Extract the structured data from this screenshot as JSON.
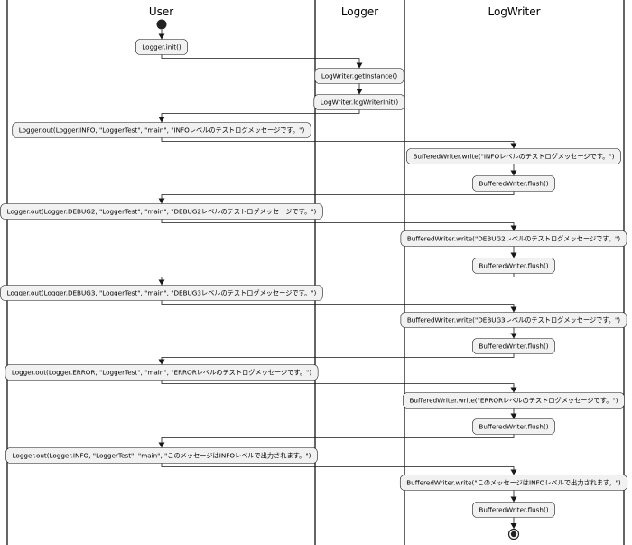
{
  "lanes": [
    "User",
    "Logger",
    "LogWriter"
  ],
  "activities": [
    {
      "lane": 0,
      "text": "Logger.init()"
    },
    {
      "lane": 1,
      "text": "LogWriter.getInstance()"
    },
    {
      "lane": 1,
      "text": "LogWriter.logWriterInit()"
    },
    {
      "lane": 0,
      "text": "Logger.out(Logger.INFO, \"LoggerTest\", \"main\", \"INFOレベルのテストログメッセージです。\")"
    },
    {
      "lane": 2,
      "text": "BufferedWriter.write(\"INFOレベルのテストログメッセージです。\")"
    },
    {
      "lane": 2,
      "text": "BufferedWriter.flush()"
    },
    {
      "lane": 0,
      "text": "Logger.out(Logger.DEBUG2, \"LoggerTest\", \"main\", \"DEBUG2レベルのテストログメッセージです。\")"
    },
    {
      "lane": 2,
      "text": "BufferedWriter.write(\"DEBUG2レベルのテストログメッセージです。\")"
    },
    {
      "lane": 2,
      "text": "BufferedWriter.flush()"
    },
    {
      "lane": 0,
      "text": "Logger.out(Logger.DEBUG3, \"LoggerTest\", \"main\", \"DEBUG3レベルのテストログメッセージです。\")"
    },
    {
      "lane": 2,
      "text": "BufferedWriter.write(\"DEBUG3レベルのテストログメッセージです。\")"
    },
    {
      "lane": 2,
      "text": "BufferedWriter.flush()"
    },
    {
      "lane": 0,
      "text": "Logger.out(Logger.ERROR, \"LoggerTest\", \"main\", \"ERRORレベルのテストログメッセージです。\")"
    },
    {
      "lane": 2,
      "text": "BufferedWriter.write(\"ERRORレベルのテストログメッセージです。\")"
    },
    {
      "lane": 2,
      "text": "BufferedWriter.flush()"
    },
    {
      "lane": 0,
      "text": "Logger.out(Logger.INFO, \"LoggerTest\", \"main\", \"このメッセージはINFOレベルで出力されます。\")"
    },
    {
      "lane": 2,
      "text": "BufferedWriter.write(\"このメッセージはINFOレベルで出力されます。\")"
    },
    {
      "lane": 2,
      "text": "BufferedWriter.flush()"
    }
  ]
}
